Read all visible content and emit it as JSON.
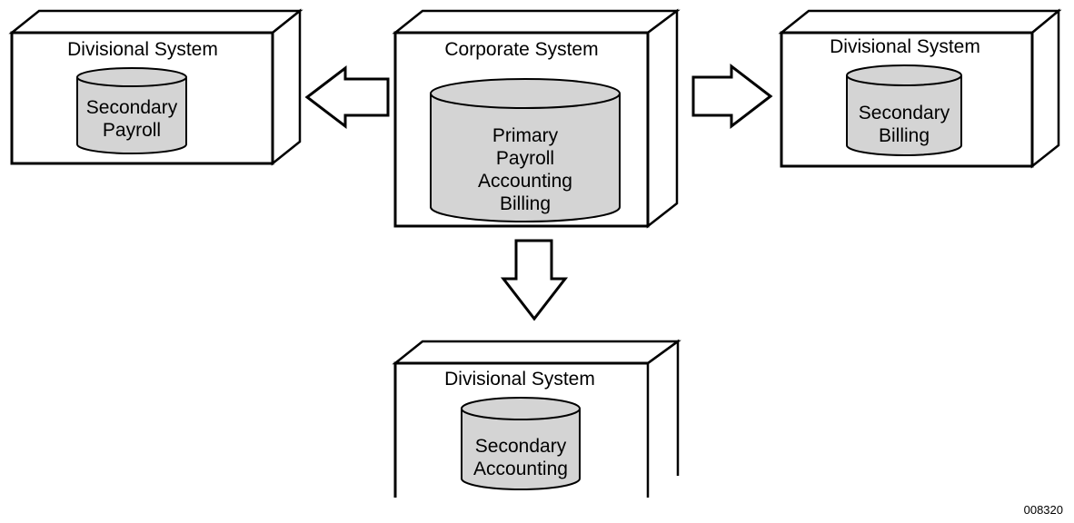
{
  "diagram": {
    "boxes": {
      "corporate": {
        "title": "Corporate System",
        "database": [
          "Primary",
          "Payroll",
          "Accounting",
          "Billing"
        ]
      },
      "left": {
        "title": "Divisional System",
        "database": [
          "Secondary",
          "Payroll"
        ]
      },
      "right": {
        "title": "Divisional System",
        "database": [
          "Secondary",
          "Billing"
        ]
      },
      "bottom": {
        "title": "Divisional System",
        "database": [
          "Secondary",
          "Accounting"
        ]
      }
    },
    "arrows": [
      {
        "from": "Corporate System",
        "to": "Divisional System (left)"
      },
      {
        "from": "Corporate System",
        "to": "Divisional System (right)"
      },
      {
        "from": "Corporate System",
        "to": "Divisional System (bottom)"
      }
    ],
    "figure_id": "008320"
  },
  "colors": {
    "cylinder_fill": "#d4d4d4",
    "stroke": "#000000",
    "background": "#ffffff"
  }
}
